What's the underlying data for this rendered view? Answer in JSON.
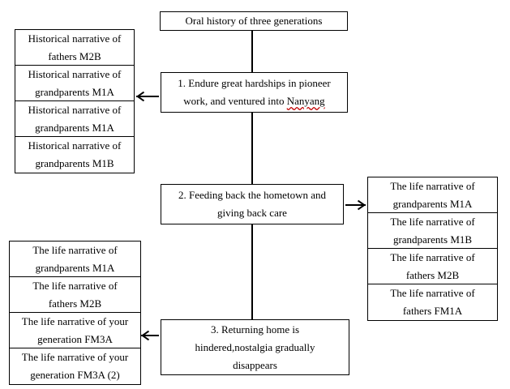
{
  "title": "Oral history of three generations",
  "stages": [
    {
      "line1": "1. Endure great hardships in pioneer",
      "line2_pre": "work, and ventured into ",
      "line2_word": "Nanyang"
    },
    {
      "line1": "2. Feeding back the hometown and",
      "line2": "giving back care"
    },
    {
      "line1": "3. Returning home is",
      "line2": "hindered,nostalgia gradually",
      "line3": "disappears"
    }
  ],
  "group1": [
    {
      "l1": "Historical narrative of",
      "l2": "fathers M2B"
    },
    {
      "l1": "Historical narrative of",
      "l2": "grandparents M1A"
    },
    {
      "l1": "Historical narrative of",
      "l2": "grandparents M1A"
    },
    {
      "l1": "Historical narrative of",
      "l2": "grandparents M1B"
    }
  ],
  "group2": [
    {
      "l1": "The life narrative of",
      "l2": "grandparents M1A"
    },
    {
      "l1": "The life narrative of",
      "l2": "grandparents M1B"
    },
    {
      "l1": "The life narrative of",
      "l2": "fathers M2B"
    },
    {
      "l1": "The life narrative of",
      "l2": "fathers FM1A"
    }
  ],
  "group3": [
    {
      "l1": "The life narrative of",
      "l2": "grandparents M1A"
    },
    {
      "l1": "The life narrative of",
      "l2": "fathers M2B"
    },
    {
      "l1": "The life narrative of your",
      "l2": "generation FM3A"
    },
    {
      "l1": "The life narrative of your",
      "l2": "generation FM3A (2)"
    }
  ]
}
